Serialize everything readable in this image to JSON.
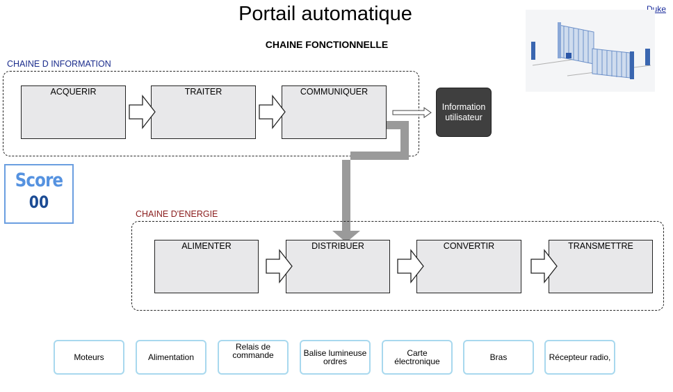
{
  "header": {
    "title": "Portail automatique",
    "subtitle": "CHAINE FONCTIONNELLE",
    "author_link": "Duke"
  },
  "illustration": {
    "icon": "sliding-gate-icon"
  },
  "information_chain": {
    "label": "CHAINE D INFORMATION",
    "blocks": [
      "ACQUERIR",
      "TRAITER",
      "COMMUNIQUER"
    ]
  },
  "user_info_button": {
    "label": "Information\nutilisateur"
  },
  "energy_chain": {
    "label": "CHAINE D'ENERGIE",
    "blocks": [
      "ALIMENTER",
      "DISTRIBUER",
      "CONVERTIR",
      "TRANSMETTRE"
    ]
  },
  "score": {
    "label": "Score",
    "value": "00"
  },
  "answers": [
    "Moteurs",
    "Alimentation",
    "Relais de\ncommande",
    "Balise lumineuse\nordres",
    "Carte\nélectronique",
    "Bras",
    "Récepteur radio,"
  ],
  "colors": {
    "info_label": "#1a2c8c",
    "energy_label": "#8a1c1c",
    "block_fill": "#e8e8ea",
    "score_text": "#5592e0",
    "score_value": "#1c4c94",
    "answer_border": "#a8d8ee",
    "connector": "#9a9a9a"
  }
}
